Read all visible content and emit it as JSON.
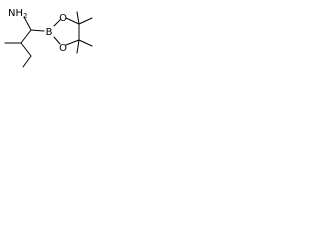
{
  "molecule": {
    "atoms": {
      "amine": "NH2",
      "amine_main": "NH",
      "amine_subscript": "2",
      "boron": "B",
      "oxygen_upper": "O",
      "oxygen_lower": "O"
    }
  }
}
